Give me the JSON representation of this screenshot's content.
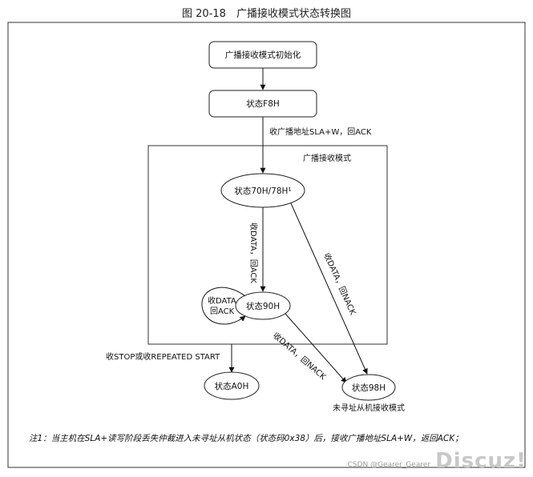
{
  "title": "图 20-18　广播接收模式状态转换图",
  "nodes": {
    "init": "广播接收模式初始化",
    "f8h": "状态F8H",
    "s70h": "状态70H/78H¹",
    "s90h": "状态90H",
    "a0h": "状态A0H",
    "s98h": "状态98H"
  },
  "region_label": "广播接收模式",
  "edge_labels": {
    "f8_to_70": "收广播地址SLA+W，回ACK",
    "s70_to_90": "收DATA，回ACK",
    "s70_to_98": "收DATA，回NACK",
    "self_loop_line1": "收DATA",
    "self_loop_line2": "回ACK",
    "s90_to_98": "收DATA，回NACK",
    "to_a0": "收STOP或收REPEATED START",
    "s98_caption": "未寻址从机接收模式"
  },
  "note": "注1：当主机在SLA+读写阶段丢失仲裁进入未寻址从机状态（状态码0x38）后，接收广播地址SLA+W，返回ACK；",
  "watermark": {
    "small": "CSDN @Gearer_Gearer",
    "logo": "Discuz!"
  }
}
